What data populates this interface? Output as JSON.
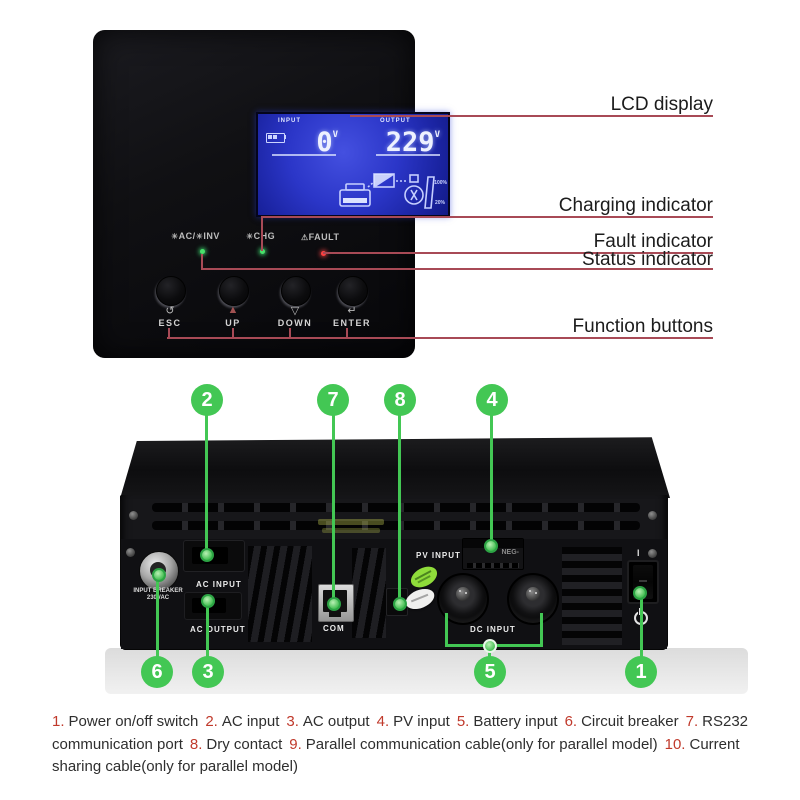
{
  "colors": {
    "green": "#43c754",
    "callout_red": "#a84a56",
    "legend_red": "#c0392b",
    "lcd_blue": "#2b36c8"
  },
  "front_panel": {
    "lcd": {
      "input_label": "INPUT",
      "input_value": "0",
      "input_unit": "V",
      "output_label": "OUTPUT",
      "output_value": "229",
      "output_unit": "V",
      "load_top_pct": "100%",
      "load_bottom_pct": "20%"
    },
    "indicators": {
      "sun_icon": "☀",
      "ac_label": "AC",
      "separator": "/",
      "inv_label": "INV",
      "chg_label": "CHG",
      "fault_icon": "⚠",
      "fault_label": "FAULT"
    },
    "buttons": [
      {
        "icon": "↺",
        "label": "ESC"
      },
      {
        "icon": "▲",
        "label": "UP"
      },
      {
        "icon": "▽",
        "label": "DOWN"
      },
      {
        "icon": "↵",
        "label": "ENTER"
      }
    ]
  },
  "callout_labels": [
    "LCD display",
    "Charging indicator",
    "Fault indicator",
    "Status indicator",
    "Function buttons"
  ],
  "rear_panel": {
    "breaker_label_line1": "INPUT BREAKER",
    "breaker_label_line2": "230VAC",
    "ac_input_label": "AC INPUT",
    "ac_output_label": "AC OUTPUT",
    "com_label": "COM",
    "pv_input_label": "PV INPUT",
    "pv_terminal_marking": "NEG-",
    "dc_input_label": "DC INPUT",
    "switch_on_marking": "I"
  },
  "callout_numbers": {
    "top": [
      "2",
      "7",
      "8",
      "4"
    ],
    "bottom": [
      "6",
      "3",
      "5",
      "1"
    ]
  },
  "legend": {
    "items": [
      {
        "num": "1.",
        "text": "Power on/off switch"
      },
      {
        "num": "2.",
        "text": "AC input"
      },
      {
        "num": "3.",
        "text": "AC output"
      },
      {
        "num": "4.",
        "text": "PV input"
      },
      {
        "num": "5.",
        "text": "Battery input"
      },
      {
        "num": "6.",
        "text": "Circuit breaker"
      },
      {
        "num": "7.",
        "text": "RS232 communication port"
      },
      {
        "num": "8.",
        "text": "Dry contact"
      },
      {
        "num": "9.",
        "text": "Parallel communication cable(only for parallel model)"
      },
      {
        "num": "10.",
        "text": "Current sharing cable(only for parallel model)"
      }
    ]
  }
}
